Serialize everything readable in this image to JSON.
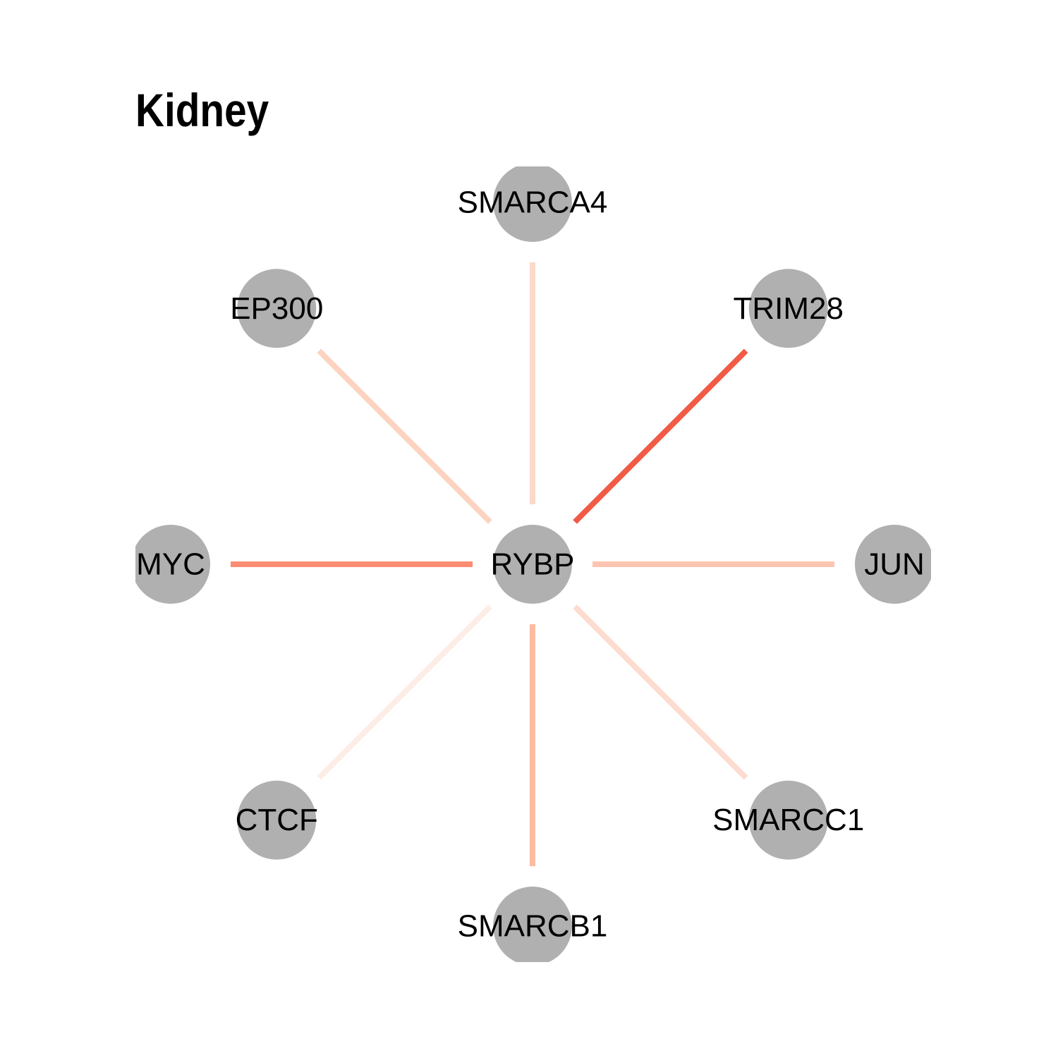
{
  "title": "Kidney",
  "network": {
    "center": {
      "id": "RYBP",
      "label": "RYBP"
    },
    "node_color": "#b0b0b0",
    "nodes": [
      {
        "id": "SMARCA4",
        "label": "SMARCA4"
      },
      {
        "id": "TRIM28",
        "label": "TRIM28"
      },
      {
        "id": "JUN",
        "label": "JUN"
      },
      {
        "id": "SMARCC1",
        "label": "SMARCC1"
      },
      {
        "id": "SMARCB1",
        "label": "SMARCB1"
      },
      {
        "id": "CTCF",
        "label": "CTCF"
      },
      {
        "id": "MYC",
        "label": "MYC"
      },
      {
        "id": "EP300",
        "label": "EP300"
      }
    ],
    "edges": [
      {
        "source": "RYBP",
        "target": "SMARCA4",
        "color": "#fcd8c8"
      },
      {
        "source": "RYBP",
        "target": "TRIM28",
        "color": "#f15a45"
      },
      {
        "source": "RYBP",
        "target": "JUN",
        "color": "#fcc5b2"
      },
      {
        "source": "RYBP",
        "target": "SMARCC1",
        "color": "#fcdccf"
      },
      {
        "source": "RYBP",
        "target": "SMARCB1",
        "color": "#fcbba3"
      },
      {
        "source": "RYBP",
        "target": "CTCF",
        "color": "#feece6"
      },
      {
        "source": "RYBP",
        "target": "MYC",
        "color": "#fc8d72"
      },
      {
        "source": "RYBP",
        "target": "EP300",
        "color": "#fcd2c1"
      }
    ]
  }
}
